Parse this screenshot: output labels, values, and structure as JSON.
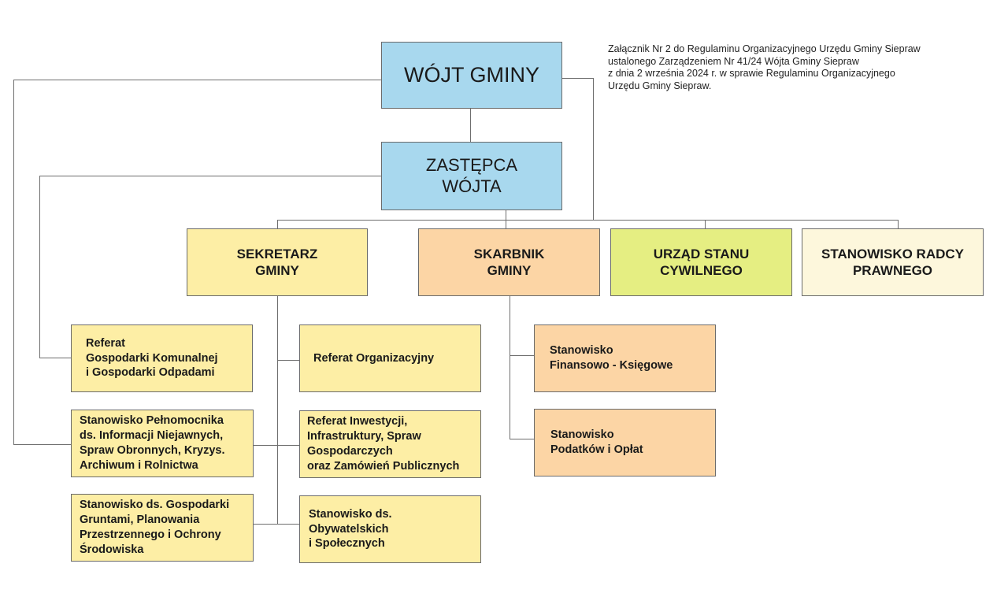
{
  "note": {
    "lines": "Załącznik Nr 2 do Regulaminu Organizacyjnego Urzędu Gminy Siepraw\nustalonego Zarządzeniem Nr  41/24 Wójta Gminy Siepraw\nz dnia 2 września 2024 r. w sprawie Regulaminu Organizacyjnego\nUrzędu Gminy Siepraw."
  },
  "top": {
    "wojt": "WÓJT GMINY",
    "zastepca": "ZASTĘPCA\nWÓJTA"
  },
  "level2": {
    "sekretarz": "SEKRETARZ\nGMINY",
    "skarbnik": "SKARBNIK\nGMINY",
    "usc": "URZĄD STANU\nCYWILNEGO",
    "radca": "STANOWISKO RADCY\nPRAWNEGO"
  },
  "units": {
    "gospodarka_komunalna": "Referat\nGospodarki Komunalnej\ni Gospodarki Odpadami",
    "pelnomocnik": "Stanowisko Pełnomocnika\nds. Informacji Niejawnych,\nSpraw Obronnych, Kryzys.\nArchiwum i Rolnictwa",
    "grunty": "Stanowisko ds. Gospodarki\nGruntami, Planowania\nPrzestrzennego i Ochrony\nŚrodowiska",
    "organizacyjny": "Referat Organizacyjny",
    "inwestycje": "Referat Inwestycji,\nInfrastruktury, Spraw\nGospodarczych\noraz Zamówień Publicznych",
    "obywatelskie": "Stanowisko ds.\nObywatelskich\ni Społecznych",
    "finansowe": "Stanowisko\nFinansowo - Księgowe",
    "podatki": "Stanowisko\nPodatków i Opłat"
  },
  "colors": {
    "executive": "#a8d8ee",
    "secretary": "#fdeea5",
    "treasurer": "#fcd5a5",
    "civil_registry": "#e5ee82",
    "legal": "#fdf7dc",
    "connector": "#6e6e6e"
  }
}
